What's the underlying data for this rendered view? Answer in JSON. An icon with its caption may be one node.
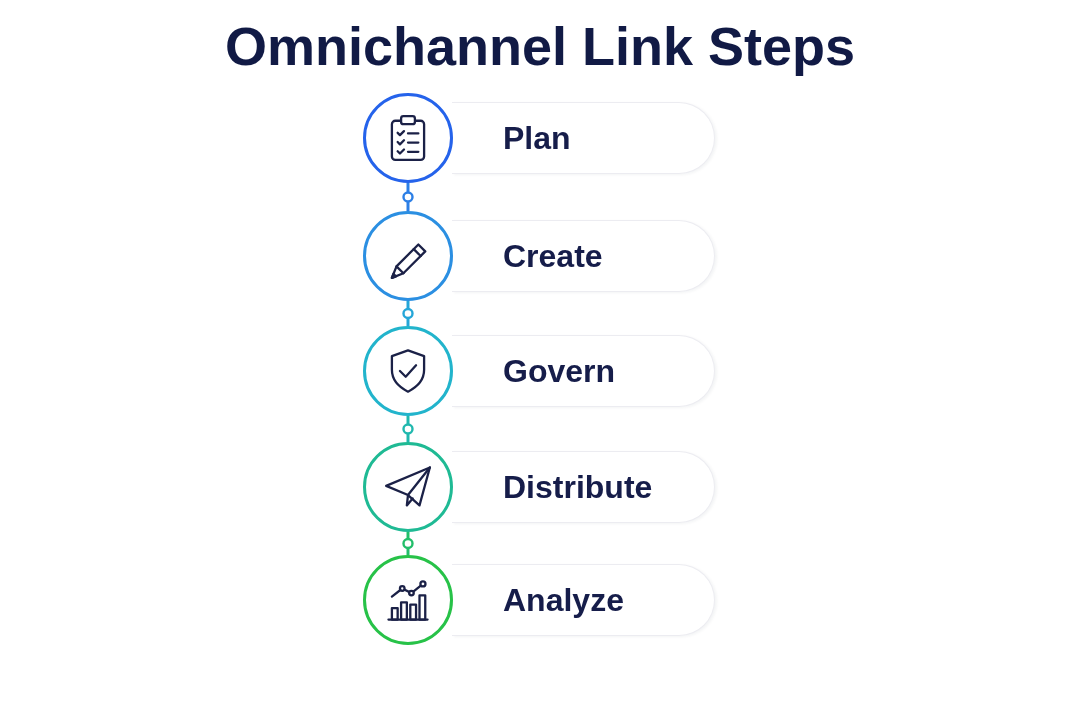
{
  "diagram": {
    "title": "Omnichannel Link Steps",
    "nodes": [
      {
        "text": [],
        "shape": "circle"
      },
      {
        "text": [
          "Plan"
        ]
      },
      {
        "text": [],
        "shape": "circle"
      },
      {
        "text": [
          "Create"
        ]
      },
      {
        "text": [],
        "shape": "circle"
      },
      {
        "text": [
          "Govern"
        ]
      },
      {
        "text": [],
        "shape": "circle"
      },
      {
        "text": [
          "Distribute"
        ]
      },
      {
        "text": [],
        "shape": "circle"
      },
      {
        "text": [
          "Analyze"
        ]
      }
    ],
    "edges": [
      {
        "from": 0,
        "to": 2,
        "arrow": "none",
        "color": "#2c7fe6"
      },
      {
        "from": 2,
        "to": 4,
        "arrow": "none",
        "color": "#25a6d8"
      },
      {
        "from": 4,
        "to": 6,
        "arrow": "none",
        "color": "#20b8ae"
      },
      {
        "from": 6,
        "to": 8,
        "arrow": "none",
        "color": "#22be6a"
      }
    ]
  }
}
